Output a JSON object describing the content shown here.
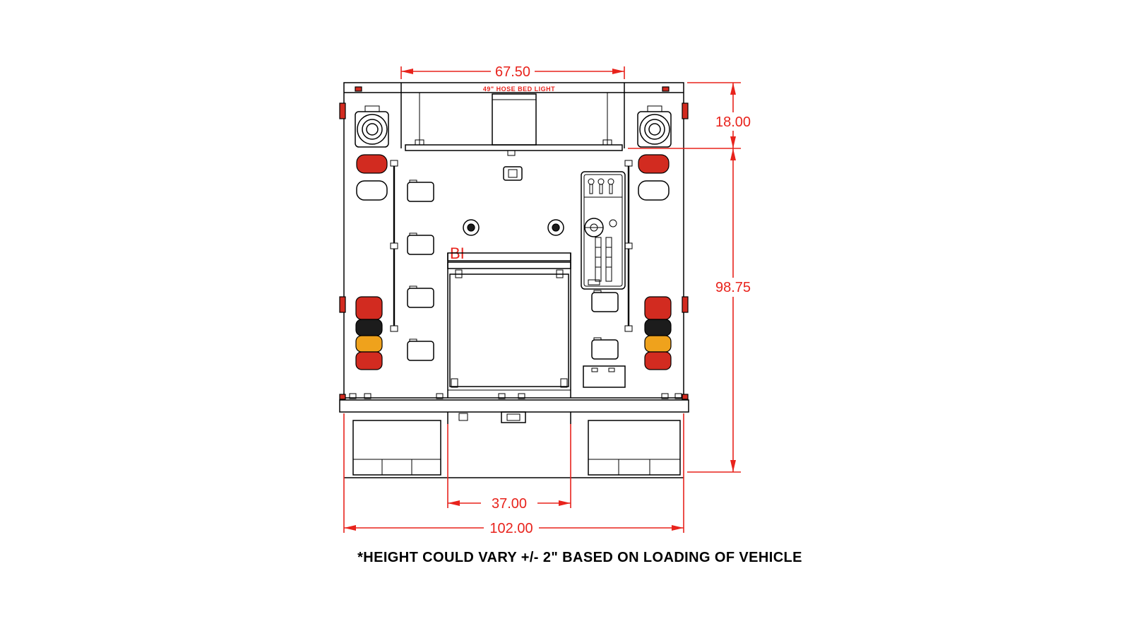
{
  "diagram": {
    "type": "technical-drawing",
    "view": "vehicle-rear-elevation",
    "note": "*HEIGHT COULD VARY +/- 2\" BASED ON LOADING OF VEHICLE",
    "labels": {
      "hose_bed_light": "49\" HOSE BED LIGHT",
      "callout_bi": "BI"
    },
    "dimensions": {
      "hose_bed_width": "67.50",
      "upper_section_height": "18.00",
      "body_height": "98.75",
      "center_door_width": "37.00",
      "overall_width": "102.00"
    },
    "colors": {
      "dimension_red": "#e8231c",
      "line_black": "#000000",
      "light_red": "#d22b20",
      "amber_color": "#efa21c",
      "dark_lens": "#1c1c1c"
    }
  }
}
